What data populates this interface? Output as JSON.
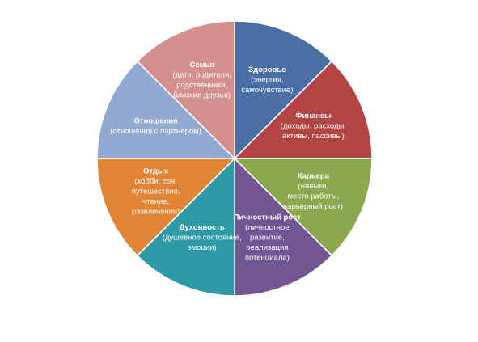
{
  "chart_data": {
    "type": "pie",
    "title": "",
    "start_angle_deg": 0,
    "direction": "clockwise",
    "slices": [
      {
        "name": "Здоровье",
        "lines": [
          "(энергия,",
          "самочувствие)"
        ],
        "value": 1,
        "color": "#4A6FA5"
      },
      {
        "name": "Финансы",
        "lines": [
          "(доходы, расходы,",
          "активы, пассивы)"
        ],
        "value": 1,
        "color": "#B34444"
      },
      {
        "name": "Карьера",
        "lines": [
          "(навыки,",
          "место работы,",
          "карьерный рост)"
        ],
        "value": 1,
        "color": "#8BA851"
      },
      {
        "name": "Личностный рост",
        "lines": [
          "(личностное",
          "развитие,",
          "реализация",
          "потенциала)"
        ],
        "value": 1,
        "color": "#725593"
      },
      {
        "name": "Духовность",
        "lines": [
          "(душевное состояние,",
          "эмоции)"
        ],
        "value": 1,
        "color": "#2E9AA8"
      },
      {
        "name": "Отдых",
        "lines": [
          "(хобби, сон,",
          "путешествия,",
          "чтение,",
          "развлечения)"
        ],
        "value": 1,
        "color": "#DF8535"
      },
      {
        "name": "Отношения",
        "lines": [
          "(отношения с партнером)"
        ],
        "value": 1,
        "color": "#92A9D2"
      },
      {
        "name": "Семья",
        "lines": [
          "(дети, родители,",
          "родственники,",
          "близкие друзья)"
        ],
        "value": 1,
        "color": "#D48F8F"
      }
    ]
  }
}
